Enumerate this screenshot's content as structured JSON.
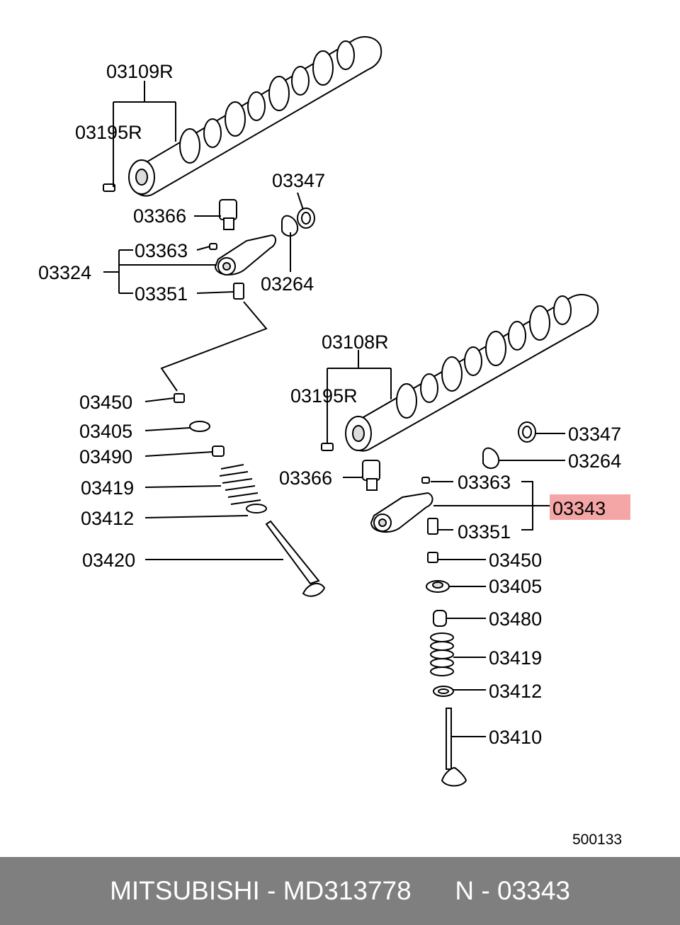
{
  "labels": {
    "l03109R": "03109R",
    "l03195R_a": "03195R",
    "l03347_a": "03347",
    "l03366_a": "03366",
    "l03363_a": "03363",
    "l03324": "03324",
    "l03264_a": "03264",
    "l03351_a": "03351",
    "l03108R": "03108R",
    "l03195R_b": "03195R",
    "l03450_a": "03450",
    "l03405_a": "03405",
    "l03490": "03490",
    "l03419_a": "03419",
    "l03412_a": "03412",
    "l03420": "03420",
    "l03347_b": "03347",
    "l03264_b": "03264",
    "l03366_b": "03366",
    "l03363_b": "03363",
    "l03343": "03343",
    "l03351_b": "03351",
    "l03450_b": "03450",
    "l03405_b": "03405",
    "l03480": "03480",
    "l03419_b": "03419",
    "l03412_b": "03412",
    "l03410": "03410",
    "drawing_number": "500133"
  },
  "highlight_color": "#f4a6a6",
  "label_color": "#000000",
  "footer": {
    "brand": "MITSUBISHI",
    "sep1": " - ",
    "part_number": "MD313778",
    "gap": "      ",
    "ref_prefix": "N",
    "sep2": " - ",
    "ref_number": "03343",
    "background": "#7f7f7f"
  }
}
